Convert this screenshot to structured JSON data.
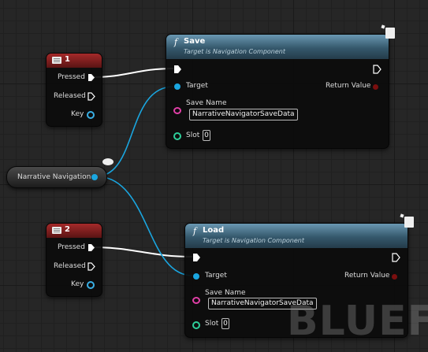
{
  "events": [
    {
      "title": "1",
      "pins": [
        "Pressed",
        "Released",
        "Key"
      ]
    },
    {
      "title": "2",
      "pins": [
        "Pressed",
        "Released",
        "Key"
      ]
    }
  ],
  "variable": {
    "label": "Narrative Navigation"
  },
  "functions": [
    {
      "title": "Save",
      "subtitle": "Target is Navigation Component",
      "target": "Target",
      "return": "Return Value",
      "save_name_label": "Save Name",
      "save_name_value": "NarrativeNavigatorSaveData",
      "slot_label": "Slot",
      "slot_value": "0"
    },
    {
      "title": "Load",
      "subtitle": "Target is Navigation Component",
      "target": "Target",
      "return": "Return Value",
      "save_name_label": "Save Name",
      "save_name_value": "NarrativeNavigatorSaveData",
      "slot_label": "Slot",
      "slot_value": "0"
    }
  ],
  "function_symbol": "f",
  "watermark": "BLUEF",
  "colors": {
    "exec": "#ffffff",
    "object": "#1aa6e0",
    "string": "#e13fa7",
    "int": "#2ecf9a",
    "event_header": "#a52a2a",
    "function_header": "#4f7f99"
  }
}
